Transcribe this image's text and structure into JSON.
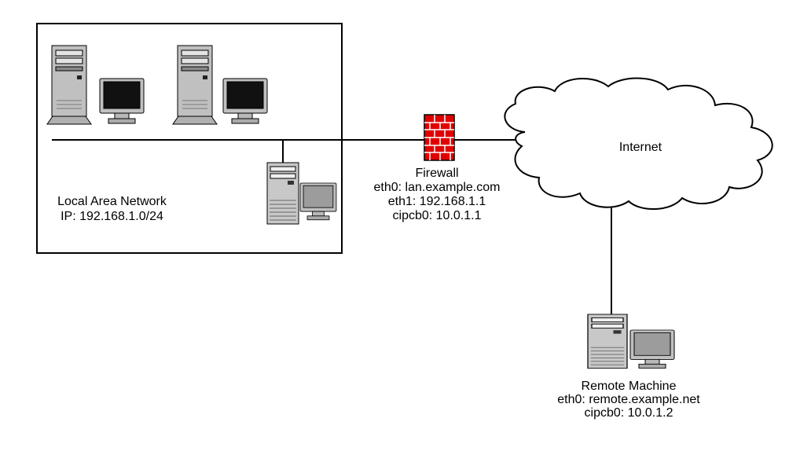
{
  "lan": {
    "title": "Local Area Network",
    "ip": "IP: 192.168.1.0/24"
  },
  "firewall": {
    "name": "Firewall",
    "eth0": "eth0: lan.example.com",
    "eth1": "eth1: 192.168.1.1",
    "cipcb0": "cipcb0: 10.0.1.1"
  },
  "internet": {
    "label": "Internet"
  },
  "remote": {
    "name": "Remote Machine",
    "eth0": "eth0: remote.example.net",
    "cipcb0": "cipcb0: 10.0.1.2"
  },
  "icons": {
    "workstation": "tower-and-monitor",
    "firewall": "red-brick-wall",
    "internet": "cloud-outline",
    "remote_machine": "tower-and-monitor"
  },
  "colors": {
    "firewall_red": "#e00000",
    "mortar_white": "#ffffff",
    "line_black": "#000000",
    "chassis_gray": "#c0c0c0",
    "screen_dark": "#111111",
    "screen_gray": "#9c9c9c",
    "background": "#ffffff"
  }
}
